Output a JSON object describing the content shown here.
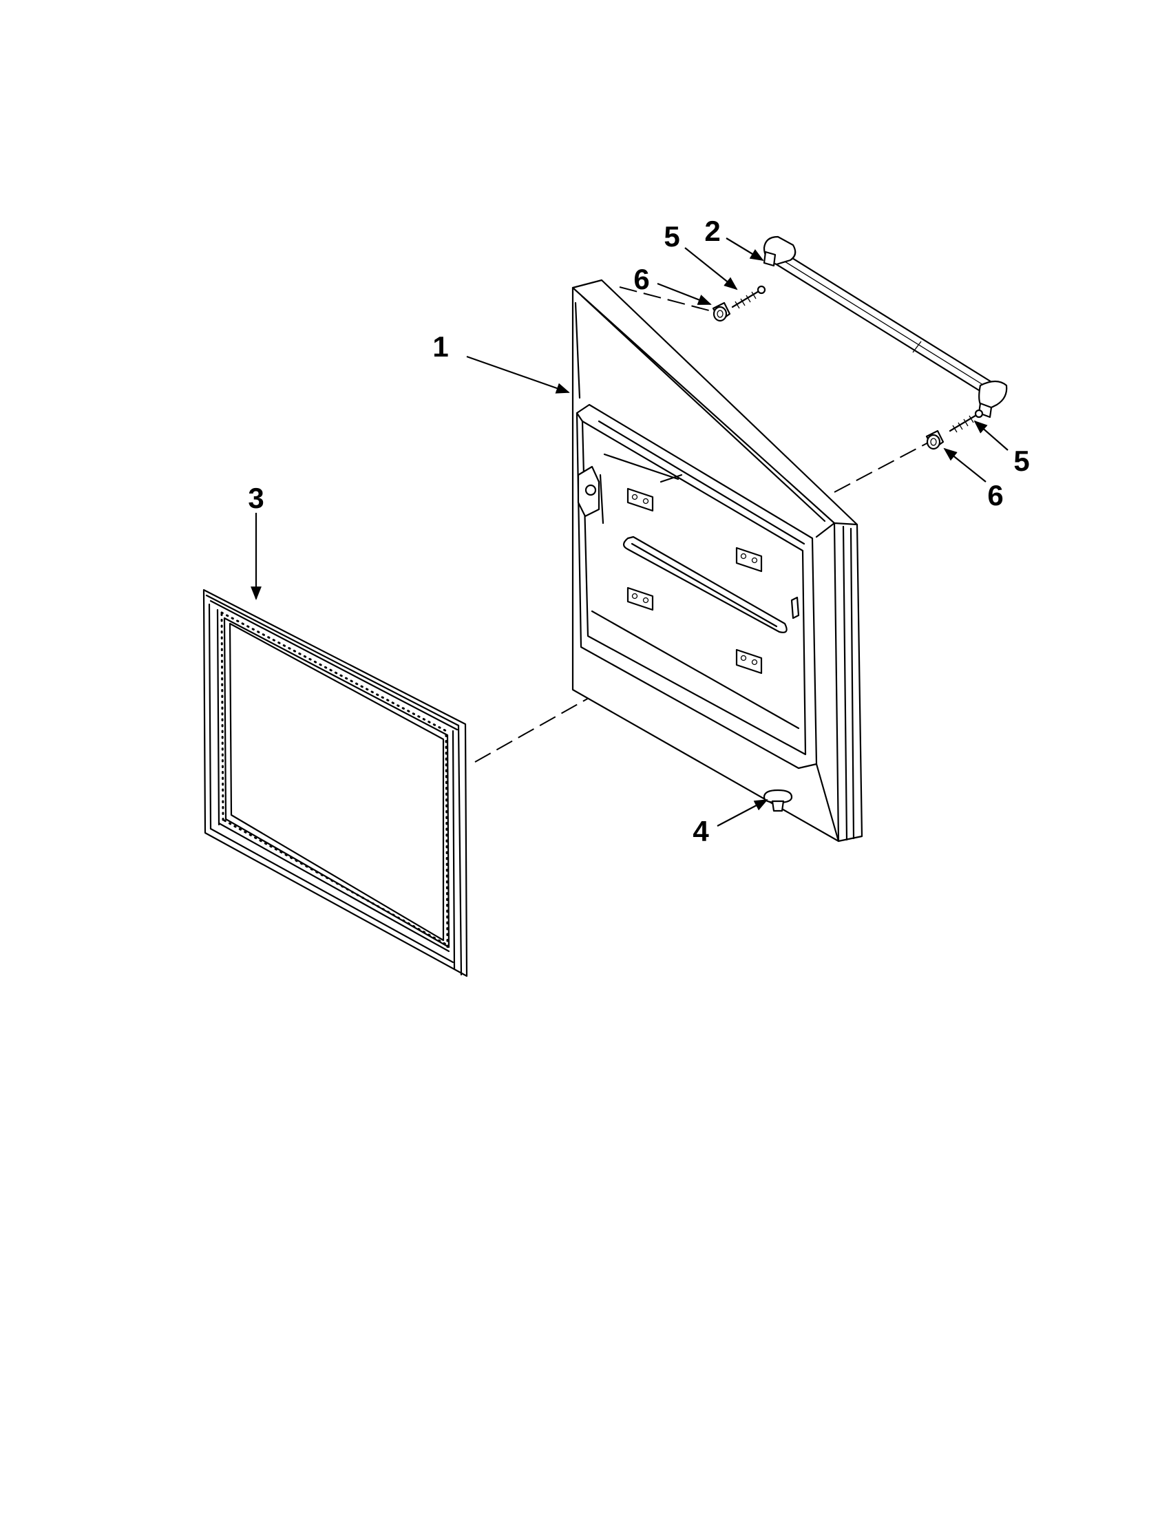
{
  "callouts": [
    {
      "id": "1",
      "label": "1"
    },
    {
      "id": "2",
      "label": "2"
    },
    {
      "id": "3",
      "label": "3"
    },
    {
      "id": "4",
      "label": "4"
    },
    {
      "id": "5a",
      "label": "5"
    },
    {
      "id": "5b",
      "label": "5"
    },
    {
      "id": "6a",
      "label": "6"
    },
    {
      "id": "6b",
      "label": "6"
    }
  ]
}
